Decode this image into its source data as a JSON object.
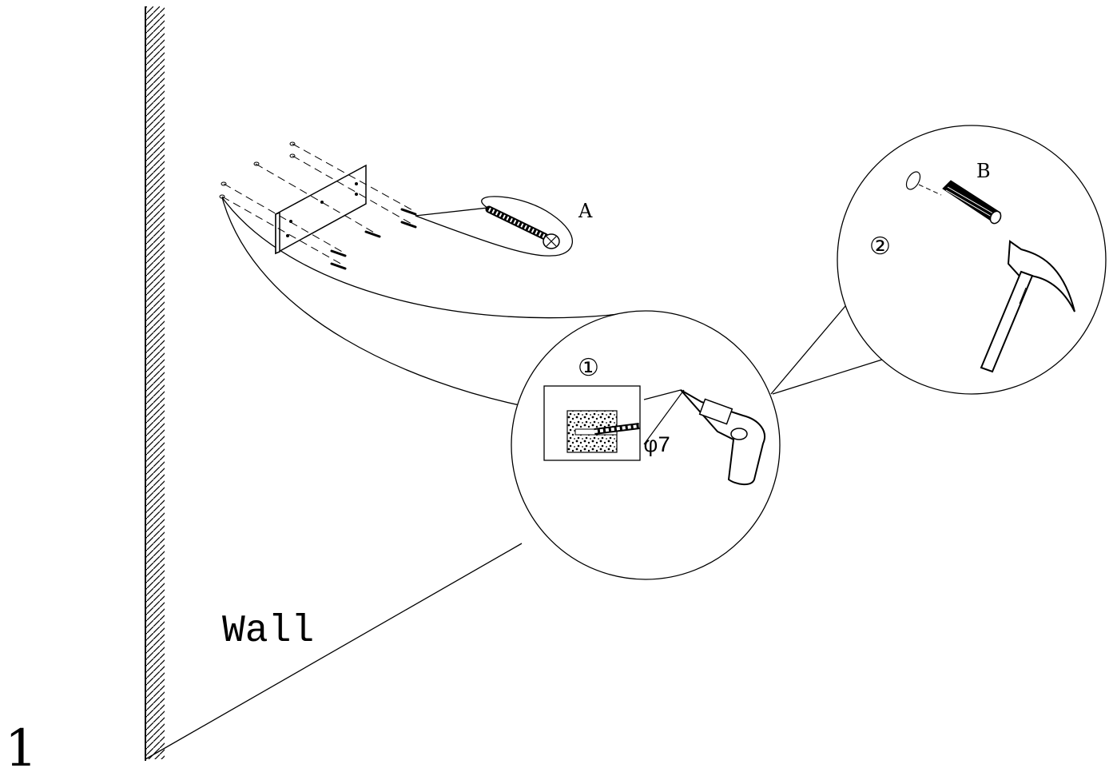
{
  "step_number": "1",
  "wall_label": "Wall",
  "callout_a_label": "A",
  "callout_b_label": "B",
  "sub_step_1": "①",
  "sub_step_2": "②",
  "drill_diameter": "φ7",
  "colors": {
    "line": "#000000",
    "background": "#ffffff"
  },
  "icons": [
    "screw-icon",
    "drill-icon",
    "hammer-icon",
    "wall-plug-icon"
  ]
}
